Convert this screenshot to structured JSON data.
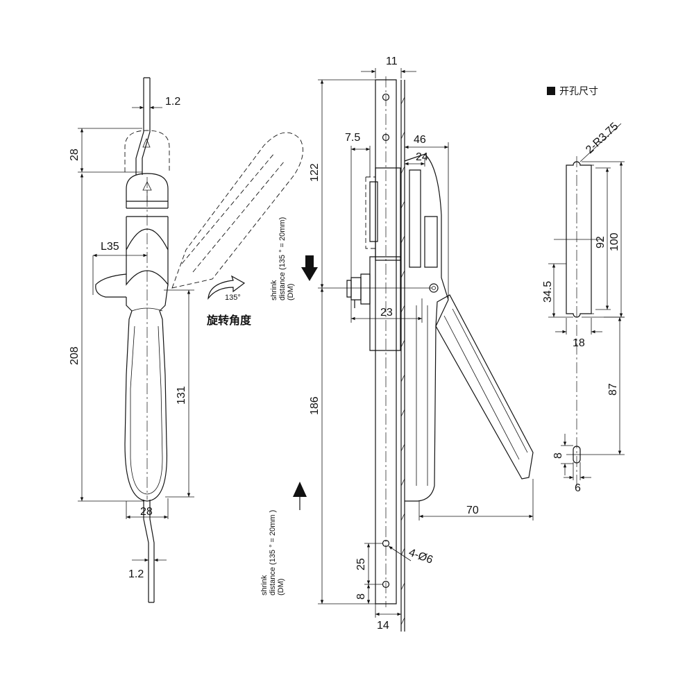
{
  "legend": {
    "icon": "filled-square",
    "title": "开孔尺寸"
  },
  "rotation": {
    "angle": "135°",
    "caption": "旋转角度"
  },
  "shrink_top": {
    "l1": "shrink",
    "l2": "distance (135 ° = 20mm)",
    "l3": "(DM)"
  },
  "shrink_bottom": {
    "l1": "shrink",
    "l2": "distance (135 ° = 20mm )",
    "l3": "(DM)"
  },
  "front": {
    "rod_top_thickness": "1.2",
    "top_offset": "28",
    "lever": "L35",
    "overall": "208",
    "lower": "131",
    "handle_width": "28",
    "rod_bottom_thickness": "1.2"
  },
  "side": {
    "plate_width": "11",
    "offset": "7.5",
    "depth": "46",
    "depth_inner": "24",
    "upper": "122",
    "body": "23",
    "lower": "186",
    "handle_reach": "70",
    "holes": "4-Ø6",
    "hole_pitch": "25",
    "hole_edge": "8",
    "bottom_width": "14"
  },
  "cutout": {
    "radius": "2-R3.75",
    "inner": "92",
    "outer": "100",
    "offset": "34.5",
    "width": "18",
    "spacing": "87",
    "slot_height": "8",
    "slot_width": "6"
  }
}
